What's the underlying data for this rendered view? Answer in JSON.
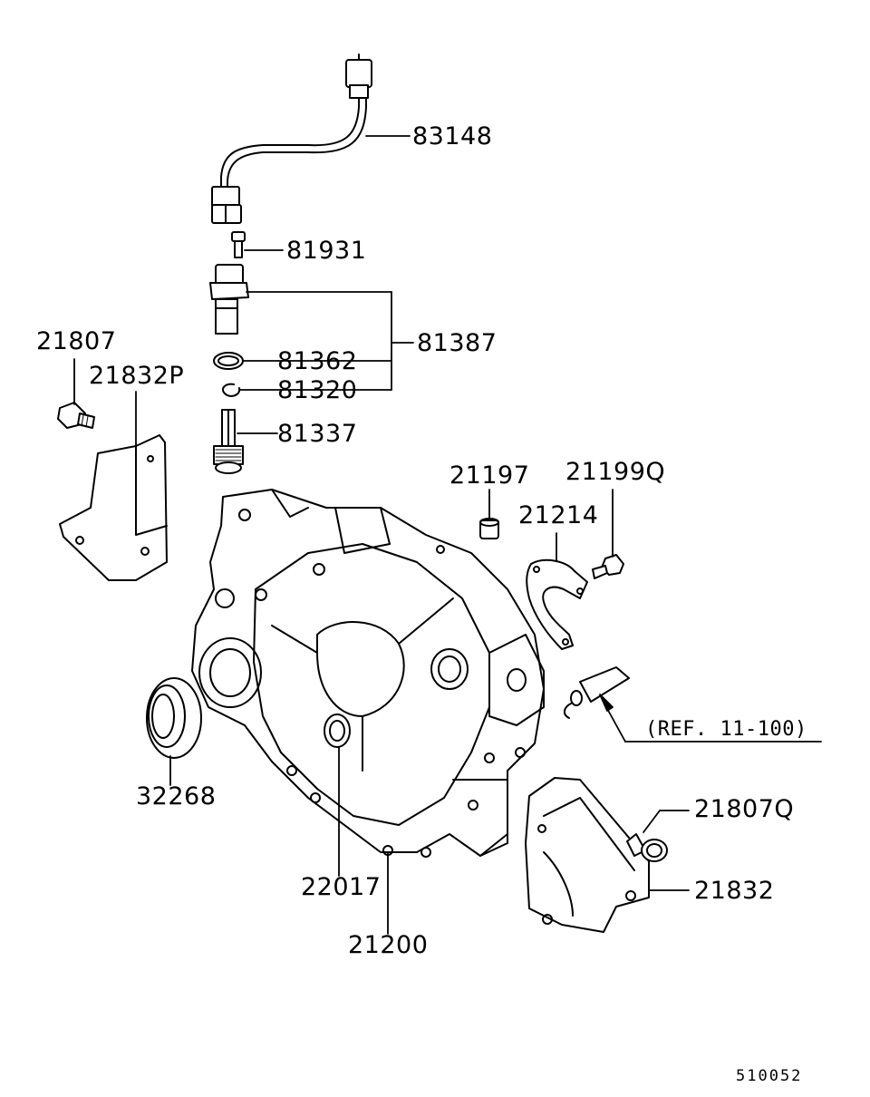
{
  "labels": {
    "p83148": "83148",
    "p81931": "81931",
    "p81387": "81387",
    "p81362": "81362",
    "p81320": "81320",
    "p81337": "81337",
    "p21807": "21807",
    "p21832P": "21832P",
    "p21197": "21197",
    "p21199Q": "21199Q",
    "p21214": "21214",
    "p32268": "32268",
    "p22017": "22017",
    "p21200": "21200",
    "p21807Q": "21807Q",
    "p21832": "21832",
    "ref": "(REF. 11-100)"
  },
  "diagram_number": "510052"
}
